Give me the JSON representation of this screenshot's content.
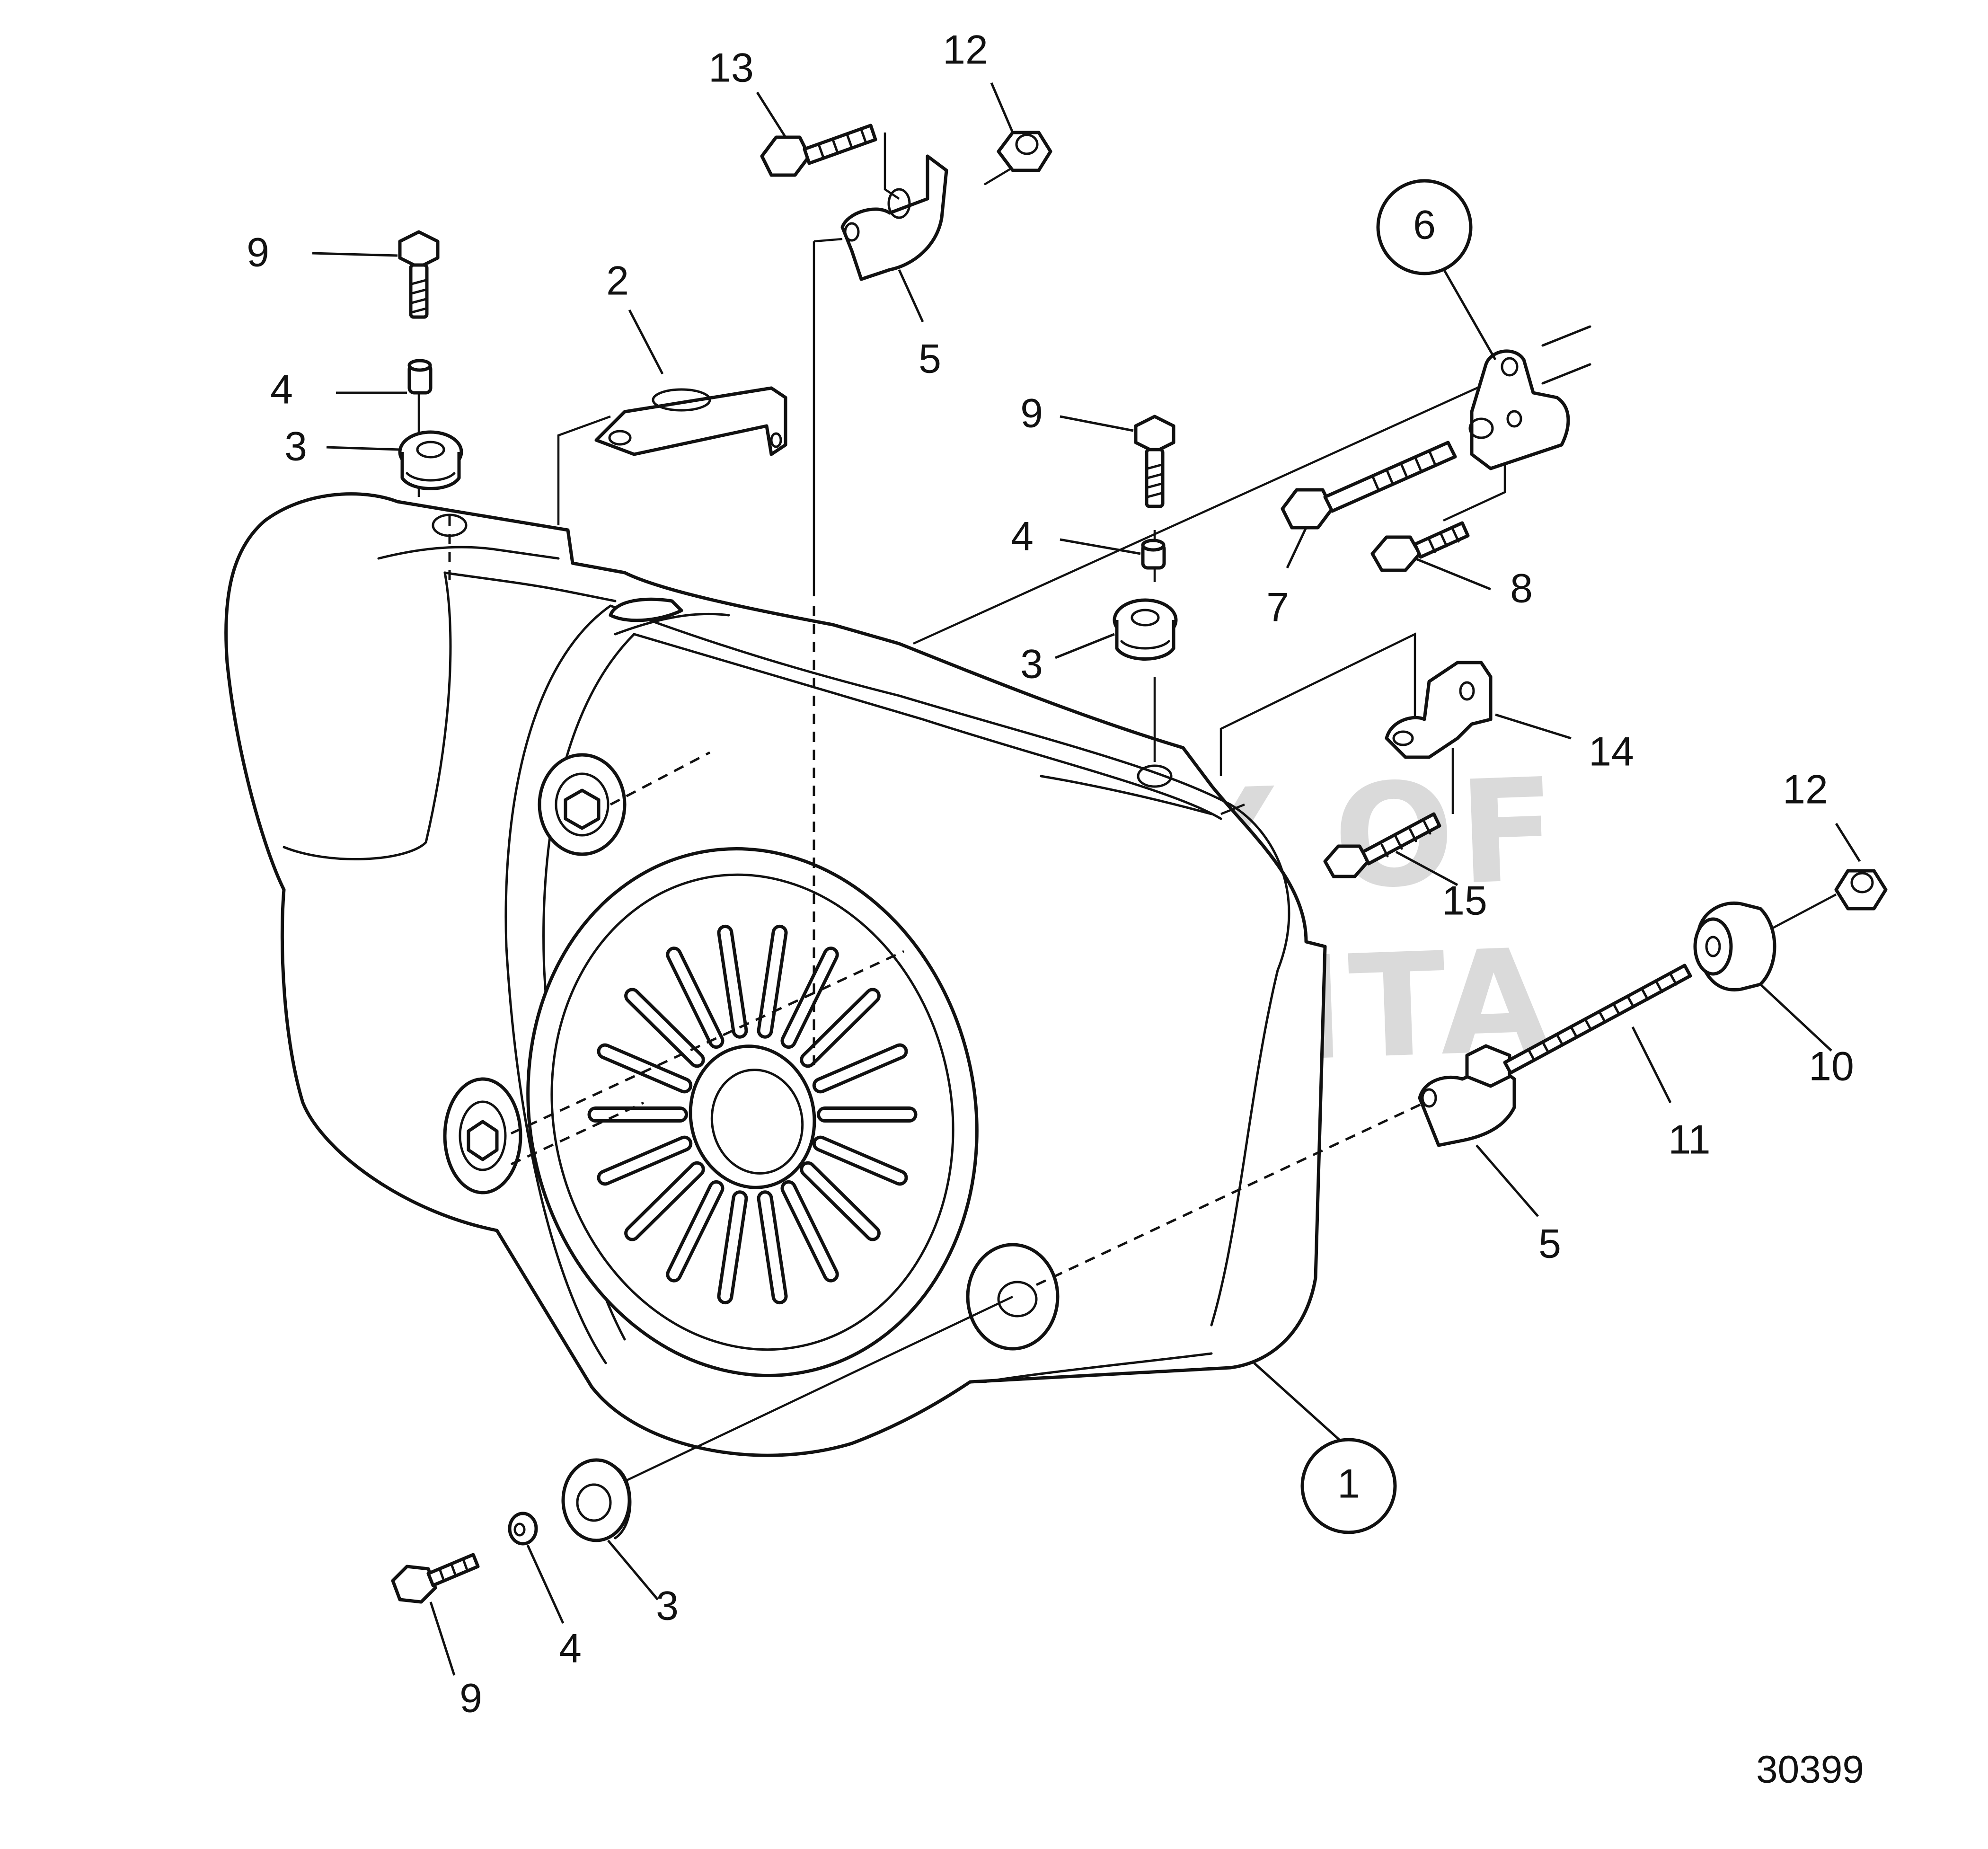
{
  "figure_number": "30399",
  "watermark": {
    "line1": "PROPERTY OF",
    "line2": "VOLVO PENTA"
  },
  "callouts": [
    {
      "id": "c1",
      "label": "1",
      "circled": true
    },
    {
      "id": "c2",
      "label": "2",
      "circled": false
    },
    {
      "id": "c3a",
      "label": "3",
      "circled": false
    },
    {
      "id": "c3b",
      "label": "3",
      "circled": false
    },
    {
      "id": "c3c",
      "label": "3",
      "circled": false
    },
    {
      "id": "c4a",
      "label": "4",
      "circled": false
    },
    {
      "id": "c4b",
      "label": "4",
      "circled": false
    },
    {
      "id": "c4c",
      "label": "4",
      "circled": false
    },
    {
      "id": "c5a",
      "label": "5",
      "circled": false
    },
    {
      "id": "c5b",
      "label": "5",
      "circled": false
    },
    {
      "id": "c6",
      "label": "6",
      "circled": true
    },
    {
      "id": "c7",
      "label": "7",
      "circled": false
    },
    {
      "id": "c8",
      "label": "8",
      "circled": false
    },
    {
      "id": "c9a",
      "label": "9",
      "circled": false
    },
    {
      "id": "c9b",
      "label": "9",
      "circled": false
    },
    {
      "id": "c9c",
      "label": "9",
      "circled": false
    },
    {
      "id": "c10",
      "label": "10",
      "circled": false
    },
    {
      "id": "c11",
      "label": "11",
      "circled": false
    },
    {
      "id": "c12a",
      "label": "12",
      "circled": false
    },
    {
      "id": "c12b",
      "label": "12",
      "circled": false
    },
    {
      "id": "c13",
      "label": "13",
      "circled": false
    },
    {
      "id": "c14",
      "label": "14",
      "circled": false
    },
    {
      "id": "c15",
      "label": "15",
      "circled": false
    }
  ]
}
